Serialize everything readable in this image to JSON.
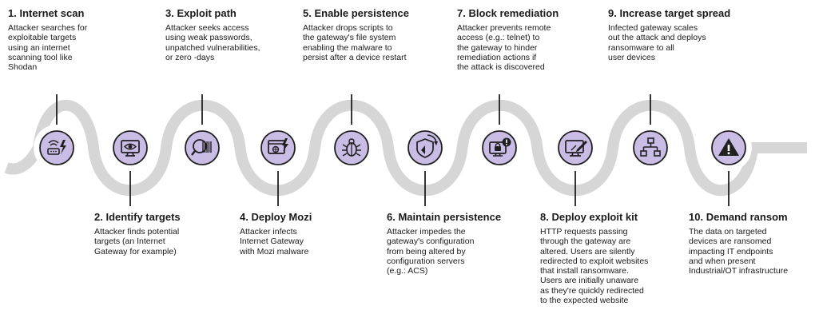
{
  "colors": {
    "wave": "#d6d6d6",
    "circle_fill": "#c9bde6",
    "circle_stroke": "#1f1f1f",
    "stem": "#1f1f1f"
  },
  "steps": [
    {
      "number": "1.",
      "title": "Internet scan",
      "icon": "router-lightning-icon",
      "desc": "Attacker searches for\nexploitable targets\nusing an internet\nscanning tool like\nShodan"
    },
    {
      "number": "2.",
      "title": "Identify targets",
      "icon": "monitor-eye-icon",
      "desc": "Attacker finds potential\ntargets (an Internet\nGateway for example)"
    },
    {
      "number": "3.",
      "title": "Exploit path",
      "icon": "magnifier-barcode-icon",
      "desc": "Attacker seeks access\nusing weak passwords,\nunpatched vulnerabilities,\nor zero -days"
    },
    {
      "number": "4.",
      "title": "Deploy Mozi",
      "icon": "browser-lightning-icon",
      "desc": "Attacker infects\nInternet Gateway\nwith Mozi malware"
    },
    {
      "number": "5.",
      "title": "Enable persistence",
      "icon": "bug-icon",
      "desc": "Attacker drops scripts to\nthe gateway's file system\nenabling the malware to\npersist after a device  restart"
    },
    {
      "number": "6.",
      "title": "Maintain persistence",
      "icon": "shield-refresh-icon",
      "desc": "Attacker impedes  the\ngateway's configuration\nfrom being altered by\nconfiguration servers\n(e.g.: ACS)"
    },
    {
      "number": "7.",
      "title": "Block remediation",
      "icon": "locked-screen-alert-icon",
      "desc": "Attacker prevents remote\naccess (e.g.: telnet) to\nthe gateway to hinder\nremediation actions if\nthe attack is discovered"
    },
    {
      "number": "8.",
      "title": "Deploy exploit kit",
      "icon": "monitor-pen-icon",
      "desc": "HTTP requests passing\nthrough the gateway are\naltered. Users are silently\nredirected to exploit websites\nthat install ransomware.\nUsers are initially unaware\nas they're quickly redirected\nto the expected website"
    },
    {
      "number": "9.",
      "title": "Increase target spread",
      "icon": "network-nodes-icon",
      "desc": "Infected gateway scales\nout the attack and deploys\nransomware to all\nuser devices"
    },
    {
      "number": "10.",
      "title": "Demand ransom",
      "icon": "warning-triangle-icon",
      "desc": "The data on targeted\ndevices are ransomed\nimpacting IT endpoints\nand when present\nIndustrial/OT infrastructure"
    }
  ]
}
